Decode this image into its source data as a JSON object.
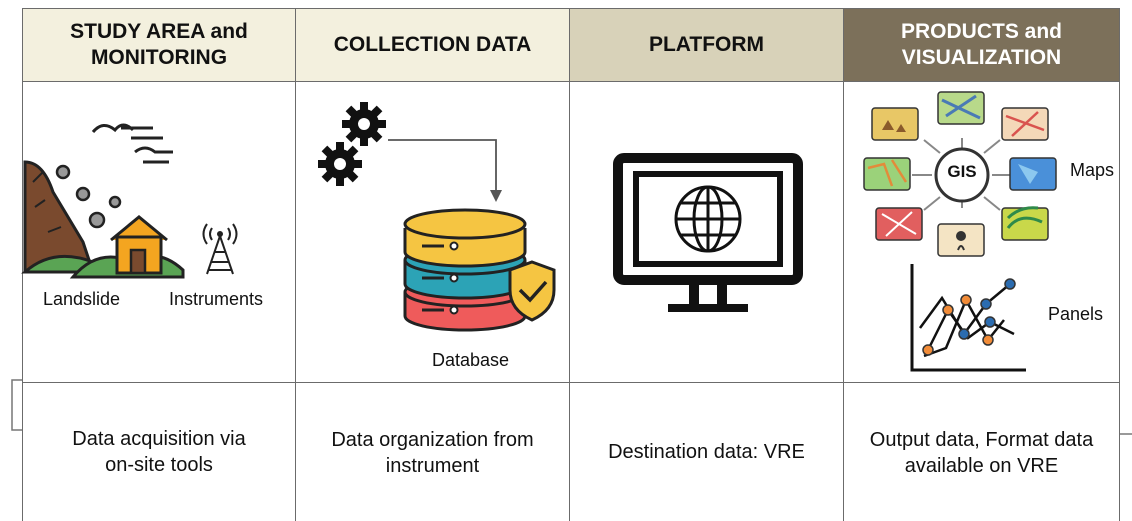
{
  "columns": [
    {
      "header_line1": "STUDY AREA and",
      "header_line2": "MONITORING",
      "bottom_line1": "Data acquisition via",
      "bottom_line2": "on-site tools",
      "header_bg": "#f3f0de",
      "header_fg": "#111111"
    },
    {
      "header_line1": "COLLECTION DATA",
      "header_line2": "",
      "bottom_line1": "Data organization from",
      "bottom_line2": "instrument",
      "header_bg": "#f3f0de",
      "header_fg": "#111111"
    },
    {
      "header_line1": "PLATFORM",
      "header_line2": "",
      "bottom_line1": "Destination data: VRE",
      "bottom_line2": "",
      "header_bg": "#d8d2b9",
      "header_fg": "#111111"
    },
    {
      "header_line1": "PRODUCTS and",
      "header_line2": "VISUALIZATION",
      "bottom_line1": "Output data, Format data",
      "bottom_line2": "available on VRE",
      "header_bg": "#7c705a",
      "header_fg": "#ffffff"
    }
  ],
  "labels": {
    "landslide": "Landslide",
    "instruments": "Instruments",
    "database": "Database",
    "maps": "Maps",
    "panels": "Panels",
    "gis": "GIS"
  },
  "icons": [
    "landslide-icon",
    "antenna-icon",
    "gears-icon",
    "database-icon",
    "shield-check-icon",
    "monitor-globe-icon",
    "gis-maps-icon",
    "line-chart-icon"
  ]
}
